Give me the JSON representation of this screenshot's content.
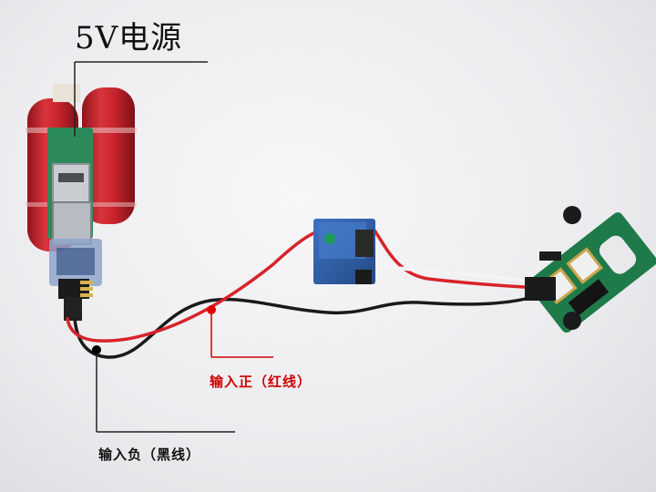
{
  "labels": {
    "power": "5V电源",
    "input_positive": "输入正（红线）",
    "input_negative": "输入负（黑线）"
  },
  "colors": {
    "red_wire": "#d8232a",
    "black_wire": "#1a1a1a",
    "white_wire": "#f4f4f4",
    "relay_blue": "#2f5fa8",
    "pcb_green": "#1f7a4a",
    "battery_red": "#c9252e"
  }
}
